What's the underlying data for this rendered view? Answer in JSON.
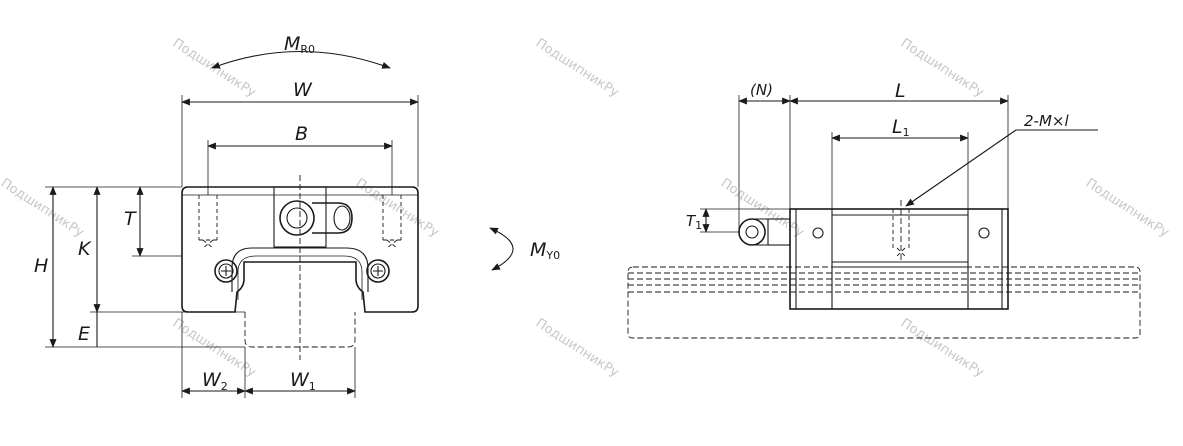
{
  "front_view": {
    "labels": {
      "W": "W",
      "B": "B",
      "T": "T",
      "H": "H",
      "K": "K",
      "E": "E",
      "W2": "W",
      "W2_sub": "2",
      "W1": "W",
      "W1_sub": "1"
    },
    "moments": {
      "MR0": "M",
      "MR0_sub": "R0",
      "MY0": "M",
      "MY0_sub": "Y0"
    }
  },
  "side_view": {
    "labels": {
      "N": "(N)",
      "L": "L",
      "L1": "L",
      "L1_sub": "1",
      "T1": "T",
      "T1_sub": "1",
      "mount": "2-M×l"
    }
  },
  "watermark": "ПодшипникРу"
}
